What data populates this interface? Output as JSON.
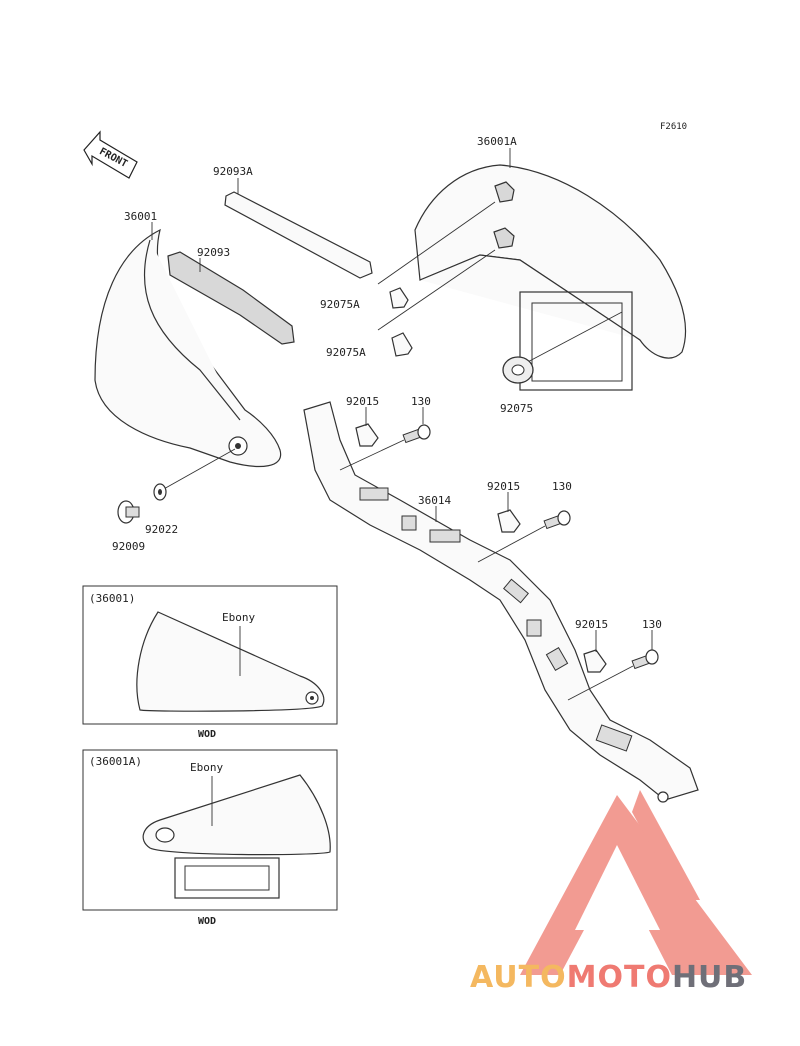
{
  "figure_code": "F2610",
  "front_arrow_label": "FRONT",
  "callouts": {
    "c36001A": "36001A",
    "c36001": "36001",
    "c92093A": "92093A",
    "c92093": "92093",
    "c92075A_1": "92075A",
    "c92075A_2": "92075A",
    "c92075": "92075",
    "c92015_1": "92015",
    "c130_1": "130",
    "c92015_2": "92015",
    "c130_2": "130",
    "c36014": "36014",
    "c92022": "92022",
    "c92009": "92009",
    "c92015_3": "92015",
    "c130_3": "130"
  },
  "inset_left": {
    "part_ref": "(36001)",
    "color_label": "Ebony",
    "code": "WOD"
  },
  "inset_right": {
    "part_ref": "(36001A)",
    "color_label": "Ebony",
    "code": "WOD"
  },
  "watermark": {
    "part1": "AUTO",
    "part2": "MOTO",
    "part3": "HUB",
    "color_triangle": "#f08a80",
    "color_auto": "#f4b860",
    "color_moto": "#ef7a72",
    "color_hub": "#6f6f78"
  }
}
